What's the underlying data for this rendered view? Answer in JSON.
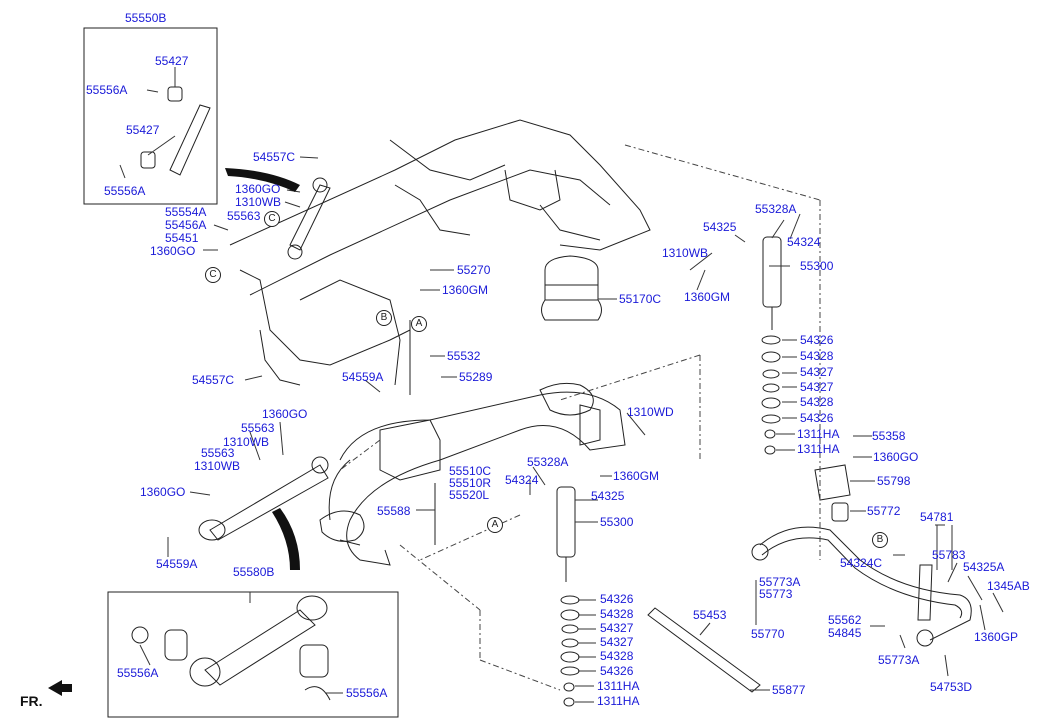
{
  "diagram": {
    "direction": "FR.",
    "markers": [
      "A",
      "B",
      "C"
    ],
    "parts": {
      "p55550B": "55550B",
      "p55427a": "55427",
      "p55556Aa": "55556A",
      "p55427b": "55427",
      "p55556Ab": "55556A",
      "p54557Ca": "54557C",
      "p1360GOa": "1360GO",
      "p1310WBa": "1310WB",
      "p55554A": "55554A",
      "p55456A": "55456A",
      "p55451": "55451",
      "p1360GOb": "1360GO",
      "p55563a": "55563",
      "p55270": "55270",
      "p1360GMa": "1360GM",
      "p55170C": "55170C",
      "p55328Aa": "55328A",
      "p54325a": "54325",
      "p54324a": "54324",
      "p1310WBb": "1310WB",
      "p55300a": "55300",
      "p1360GMb": "1360GM",
      "p54326a": "54326",
      "p54328a": "54328",
      "p54327a": "54327",
      "p54327b": "54327",
      "p54328b": "54328",
      "p54326b": "54326",
      "p1311HAa": "1311HA",
      "p1311HAb": "1311HA",
      "p55358": "55358",
      "p1360GOc": "1360GO",
      "p55798": "55798",
      "p55772": "55772",
      "p55532": "55532",
      "p55289": "55289",
      "p54559Aa": "54559A",
      "p54557Cb": "54557C",
      "p1310WD": "1310WD",
      "p55510C": "55510C",
      "p55510R": "55510R",
      "p55520L": "55520L",
      "p55328Ab": "55328A",
      "p54324b": "54324",
      "p1360GMc": "1360GM",
      "p54325b": "54325",
      "p55300b": "55300",
      "p55588": "55588",
      "p1360GOd": "1360GO",
      "p55563b": "55563",
      "p1310WBc": "1310WB",
      "p55563c": "55563",
      "p1310WBd": "1310WB",
      "p1360GOe": "1360GO",
      "p54559Ab": "54559A",
      "p55580B": "55580B",
      "p55556Ac": "55556A",
      "p55556Ad": "55556A",
      "p54326c": "54326",
      "p54328c": "54328",
      "p54327c": "54327",
      "p54327d": "54327",
      "p54328d": "54328",
      "p54326d": "54326",
      "p1311HAc": "1311HA",
      "p1311HAd": "1311HA",
      "p55453": "55453",
      "p55877": "55877",
      "p54781": "54781",
      "p54324C": "54324C",
      "p55783": "55783",
      "p54325A": "54325A",
      "p1345AB": "1345AB",
      "p1360GP": "1360GP",
      "p55773Aa": "55773A",
      "p55773": "55773",
      "p55770": "55770",
      "p55562": "55562",
      "p54845": "54845",
      "p55773Ab": "55773A",
      "p54753D": "54753D"
    }
  }
}
